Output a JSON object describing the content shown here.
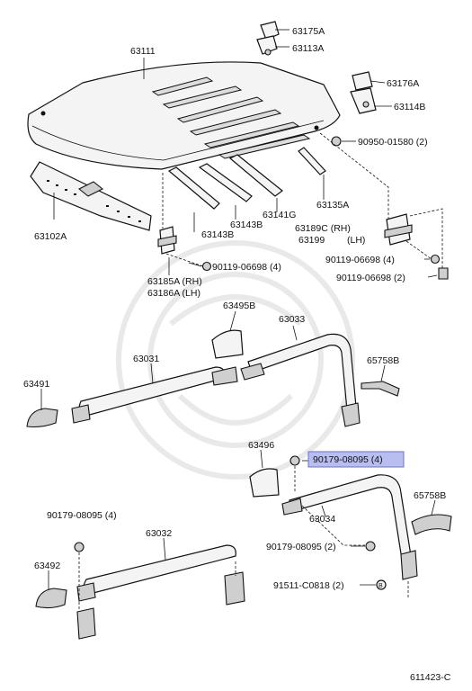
{
  "diagram_id": "611423-C",
  "colors": {
    "highlight_fill": "#b9bef0",
    "highlight_stroke": "#6a72c8",
    "line": "#111111"
  },
  "labels": {
    "p63175A": "63175A",
    "p63113A": "63113A",
    "p63111": "63111",
    "p63176A": "63176A",
    "p63114B": "63114B",
    "p90950": "90950-01580 (2)",
    "p63102A": "63102A",
    "p63143B_1": "63143B",
    "p63143B_2": "63143B",
    "p63141G": "63141G",
    "p63135A": "63135A",
    "p63189C": "63189C (RH)",
    "p63199": "63199",
    "pLH1": "(LH)",
    "p90119_a": "90119-06698 (4)",
    "p90119_b": "90119-06698 (4)",
    "p90119_c": "90119-06698 (2)",
    "p63185A": "63185A (RH)",
    "p63186A": "63186A (LH)",
    "p63495B": "63495B",
    "p63033": "63033",
    "p63031": "63031",
    "p65758B_1": "65758B",
    "p63491": "63491",
    "p63496": "63496",
    "p90179_hl": "90179-08095 (4)",
    "p90179_left": "90179-08095 (4)",
    "p63034": "63034",
    "p65758B_2": "65758B",
    "p63032": "63032",
    "p90179_2": "90179-08095 (2)",
    "p63492": "63492",
    "p91511": "91511-C0818 (2)"
  }
}
